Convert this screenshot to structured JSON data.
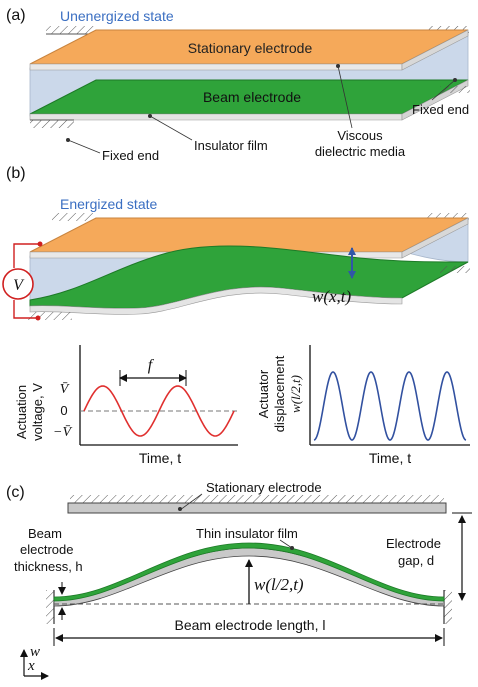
{
  "panel_a": {
    "label": "(a)",
    "title": "Unenergized state",
    "stationary_label": "Stationary electrode",
    "beam_label": "Beam electrode",
    "fixed_end_right": "Fixed end",
    "fixed_end_left": "Fixed end",
    "insulator_label": "Insulator film",
    "viscous_line1": "Viscous",
    "viscous_line2": "dielectric media"
  },
  "panel_b": {
    "label": "(b)",
    "title": "Energized state",
    "voltage_symbol": "V",
    "displacement_label": "w(x,t)"
  },
  "plots": {
    "voltage": {
      "ylabel_line1": "Actuation",
      "ylabel_line2": "voltage, V",
      "tick_top": "V̄",
      "tick_zero": "0",
      "tick_bottom": "−V̄",
      "freq_label": "f",
      "xlabel": "Time, t"
    },
    "displacement": {
      "ylabel_line1": "Actuator",
      "ylabel_line2": "displacement",
      "ylabel_line3": "w(l/2,t)",
      "xlabel": "Time, t"
    }
  },
  "panel_c": {
    "label": "(c)",
    "stationary_label": "Stationary electrode",
    "insulator_label": "Thin insulator film",
    "beam_thickness_line1": "Beam",
    "beam_thickness_line2": "electrode",
    "beam_thickness_line3": "thickness, h",
    "gap_line1": "Electrode",
    "gap_line2": "gap, d",
    "midpoint_label": "w(l/2,t)",
    "length_label": "Beam electrode length, l",
    "axis_w": "w",
    "axis_x": "x"
  },
  "colors": {
    "stationary": "#f5a95a",
    "beam": "#2fa33a",
    "media": "#cbd8ea",
    "title_blue": "#3b6fc2",
    "voltage_curve": "#e0302f",
    "displacement_curve": "#3251a0",
    "arrow_blue": "#3156a8",
    "plate_gray": "#c9c9c9"
  }
}
